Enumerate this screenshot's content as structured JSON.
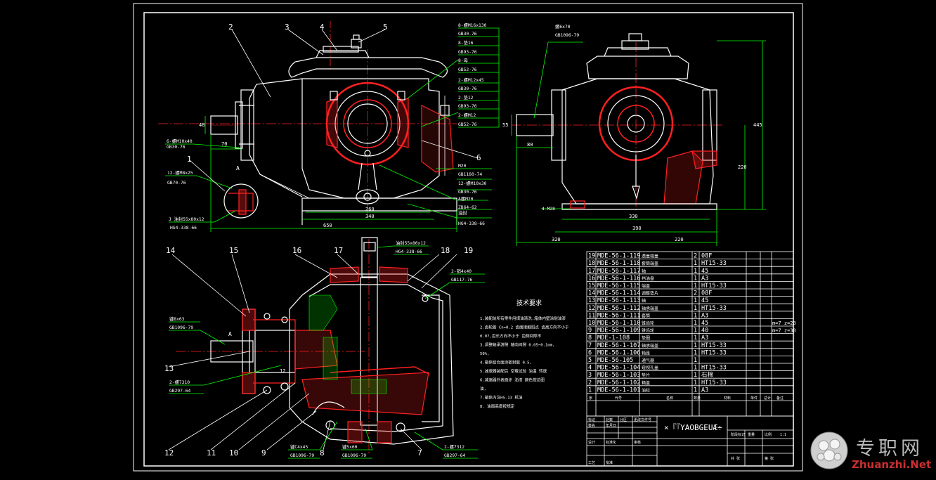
{
  "colors": {
    "background": "#000000",
    "frame": "#ffffff",
    "outline": "#ffffff",
    "centerline": "#ff2020",
    "dimension": "#00ff00",
    "section": "#ff3333",
    "leader": "#ffffff"
  },
  "view_front": {
    "balloons": [
      "2",
      "3",
      "4",
      "5",
      "6",
      "1"
    ],
    "callouts": [
      "8-螺M16x130",
      "GB30-76",
      "8-垫16",
      "GB93-76",
      "8-母",
      "GB52-76",
      "2-螺M12x45",
      "GB30-76",
      "2-垫12",
      "GB93-76",
      "2-螺M12",
      "GB52-76",
      "6-螺M10x40",
      "GB30-76",
      "12-螺M8x25",
      "GB70-76",
      "J 油封55x80x12",
      "HG4-338-66",
      "M20",
      "GB1160-74",
      "12-螺M10x30",
      "GB30-76",
      "A螺M20",
      "ZB64-62",
      "油封",
      "HG4-338-66"
    ],
    "dims": [
      "48",
      "70",
      "260",
      "340",
      "650"
    ],
    "detail_label": "A"
  },
  "view_side": {
    "callouts": [
      "螺6x70",
      "GB1096-79",
      "4-M28"
    ],
    "dims": [
      "55",
      "80",
      "445",
      "220",
      "330",
      "390",
      "320",
      "220"
    ]
  },
  "view_section": {
    "balloons": [
      "14",
      "15",
      "16",
      "17",
      "18",
      "19",
      "13",
      "12",
      "11",
      "10",
      "9",
      "8",
      "7"
    ],
    "callouts": [
      "油封55x80x12",
      "HG4-338-66",
      "2-销4x40",
      "GB117-76",
      "键8x63",
      "GB1096-79",
      "2-螺7310",
      "GB297-64",
      "键C4x45",
      "GB1096-79",
      "键5x60",
      "GB1096-79",
      "2-螺7312",
      "GB297-64"
    ],
    "labels": [
      "A",
      "12"
    ]
  },
  "tech_notes": {
    "title": "技术要求",
    "lines": [
      "1.装配前所有零件用煤油清洗,箱体内壁涂耐油漆",
      "2.齿轮副 Cn=0.2 齿面接触斑点 齿高方向不小于",
      "0.07,齿长方向不小于 齿侧间隙不",
      "3.调整轴承游隙 轴向间隙 0.05~0.1mm,",
      "50%,",
      "4.箱体结合面涂密封胶 0.5,",
      "5.减速器装配后 空载试验 油温 转速",
      "6.减速器外表面涂 油漆 颜色按总图",
      "油,",
      "7.箱体内注HS-13 机油",
      "8. 油面高度按规定"
    ]
  },
  "parts_table": {
    "rows": [
      {
        "no": "19",
        "code": "MDE-56-1-119",
        "name": "透盖端盖",
        "qty": "2",
        "material": "08F",
        "note": ""
      },
      {
        "no": "18",
        "code": "MDE-56-1-118",
        "name": "套筒端盖",
        "qty": "1",
        "material": "HT15-33",
        "note": ""
      },
      {
        "no": "17",
        "code": "MDE-56-1-117",
        "name": "轴",
        "qty": "1",
        "material": "45",
        "note": ""
      },
      {
        "no": "16",
        "code": "MDE-56-1-116",
        "name": "挡油盘",
        "qty": "1",
        "material": "A3",
        "note": ""
      },
      {
        "no": "15",
        "code": "MDE-56-1-115",
        "name": "端盖",
        "qty": "1",
        "material": "HT15-33",
        "note": ""
      },
      {
        "no": "14",
        "code": "MDE-56-1-114",
        "name": "调整垫片",
        "qty": "2",
        "material": "08F",
        "note": ""
      },
      {
        "no": "13",
        "code": "MDE-56-1-113",
        "name": "轴",
        "qty": "1",
        "material": "45",
        "note": ""
      },
      {
        "no": "12",
        "code": "MDE-56-1-112",
        "name": "轴承端盖",
        "qty": "1",
        "material": "HT15-33",
        "note": ""
      },
      {
        "no": "11",
        "code": "MDE-56-1-111",
        "name": "套筒",
        "qty": "1",
        "material": "A3",
        "note": ""
      },
      {
        "no": "10",
        "code": "MDE-56-1-110",
        "name": "锥齿轮",
        "qty": "1",
        "material": "45",
        "note": "m=7 z=20"
      },
      {
        "no": "9",
        "code": "MDE-56-1-109",
        "name": "锥齿轮",
        "qty": "1",
        "material": "40",
        "note": "m=7 z=30"
      },
      {
        "no": "8",
        "code": "MDE-1-108",
        "name": "垫圈",
        "qty": "1",
        "material": "A3",
        "note": ""
      },
      {
        "no": "7",
        "code": "MDE-56-1-107",
        "name": "轴承端盖",
        "qty": "1",
        "material": "HT15-33",
        "note": ""
      },
      {
        "no": "6",
        "code": "MDE-56-1-106",
        "name": "箱座",
        "qty": "1",
        "material": "HT15-33",
        "note": ""
      },
      {
        "no": "5",
        "code": "MDE-56-105",
        "name": "通气器",
        "qty": "1",
        "material": "",
        "note": ""
      },
      {
        "no": "4",
        "code": "MDE-56-1-104",
        "name": "窥视孔盖",
        "qty": "1",
        "material": "HT15-33",
        "note": ""
      },
      {
        "no": "3",
        "code": "MDE-56-1-103",
        "name": "垫片",
        "qty": "1",
        "material": "石棉",
        "note": ""
      },
      {
        "no": "2",
        "code": "MDE-56-1-102",
        "name": "箱盖",
        "qty": "1",
        "material": "HT15-33",
        "note": ""
      },
      {
        "no": "1",
        "code": "MDE-56-1-101",
        "name": "油标",
        "qty": "1",
        "material": "A3",
        "note": ""
      }
    ],
    "header": [
      "序",
      "代号",
      "名称",
      "数量",
      "材料",
      "单件",
      "总计",
      "备注"
    ]
  },
  "title_block": {
    "drawing_name": "×『『YAOBGEUÆ÷",
    "cells": [
      "标记",
      "处数",
      "分区",
      "更改文件号",
      "签名",
      "年月日",
      "设计",
      "标准化",
      "审核",
      "工艺",
      "批准",
      "阶段标记",
      "重量",
      "比例",
      "1:1",
      "共 张",
      "第 张"
    ]
  },
  "watermark": {
    "cn": "专职网",
    "en": "Zhuanzhi.Net"
  }
}
